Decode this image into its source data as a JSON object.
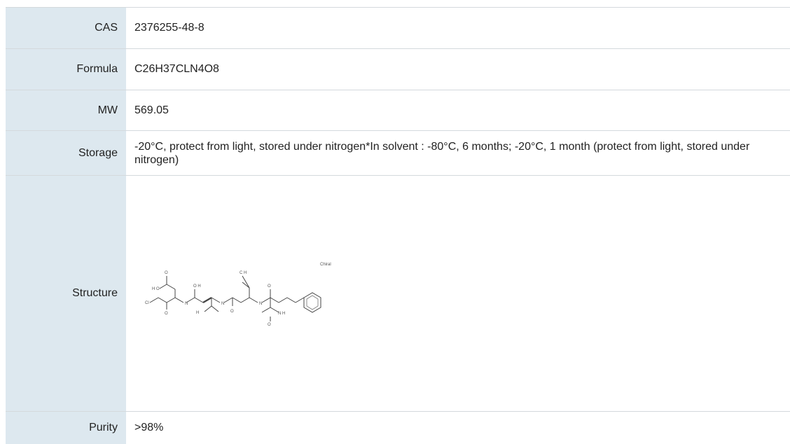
{
  "rows": [
    {
      "label": "CAS",
      "value": "2376255-48-8"
    },
    {
      "label": "Formula",
      "value": "C26H37CLN4O8"
    },
    {
      "label": "MW",
      "value": "569.05"
    },
    {
      "label": "Storage",
      "value": "-20°C, protect from light, stored under nitrogen*In solvent : -80°C, 6 months; -20°C, 1 month (protect from light, stored under nitrogen)"
    },
    {
      "label": "Structure"
    },
    {
      "label": "Purity",
      "value": ">98%"
    }
  ]
}
